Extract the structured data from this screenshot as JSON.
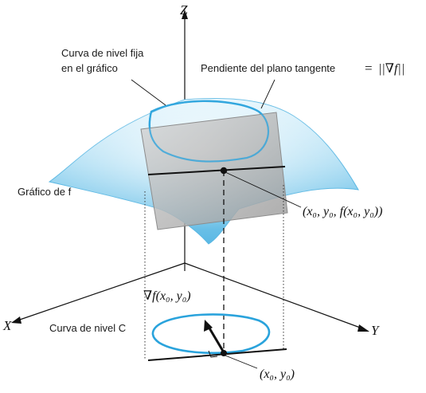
{
  "axes": {
    "z": "Z",
    "x": "X",
    "y": "Y"
  },
  "labels": {
    "level_curve_on_graph_line1": "Curva de nivel fija",
    "level_curve_on_graph_line2": "en el gráfico",
    "tangent_slope": "Pendiente del plano tangente",
    "tangent_slope_equals": "=",
    "tangent_slope_expr": "||∇f||",
    "graph_of_f": "Gráfico de f",
    "surface_point": "(x₀, y₀, f(x₀, y₀))",
    "gradient": "∇f(x₀, y₀)",
    "level_curve_c": "Curva de nivel C",
    "base_point": "(x₀, y₀)"
  },
  "colors": {
    "surface_light": "#e8f6fd",
    "surface_mid": "#9fd6f0",
    "surface_dark": "#4fb1e0",
    "curve": "#2aa3dc",
    "plane": "#b9b9b9",
    "ink": "#111111"
  }
}
